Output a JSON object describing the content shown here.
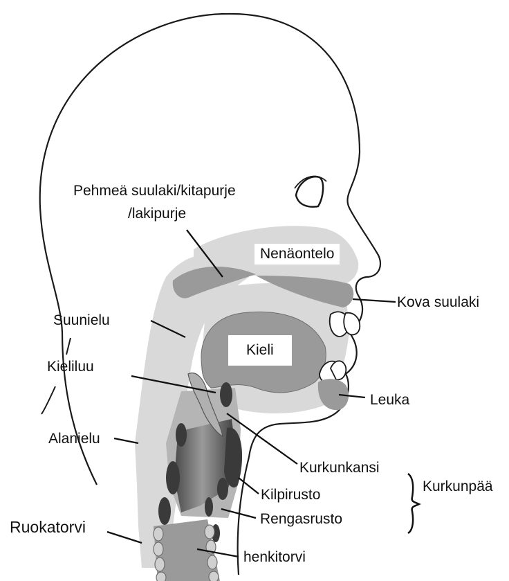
{
  "labels": {
    "soft_palate_line1": "Pehmeä suulaki/kitapurje",
    "soft_palate_line2": "/lakipurje",
    "nasal_cavity": "Nenäontelo",
    "hard_palate": "Kova suulaki",
    "oropharynx": "Suunielu",
    "tongue": "Kieli",
    "hyoid": "Kieliluu",
    "jaw": "Leuka",
    "laryngopharynx": "Alanielu",
    "epiglottis": "Kurkunkansi",
    "thyroid_cartilage": "Kilpirusto",
    "larynx": "Kurkunpää",
    "cricoid_cartilage": "Rengasrusto",
    "esophagus": "Ruokatorvi",
    "trachea": "henkitorvi"
  },
  "colors": {
    "outline": "#1a1a1a",
    "light_tissue": "#d9d9d9",
    "mid_tissue": "#9a9a9a",
    "dark_tissue": "#6e6e6e",
    "cartilage": "#3a3a3a"
  }
}
